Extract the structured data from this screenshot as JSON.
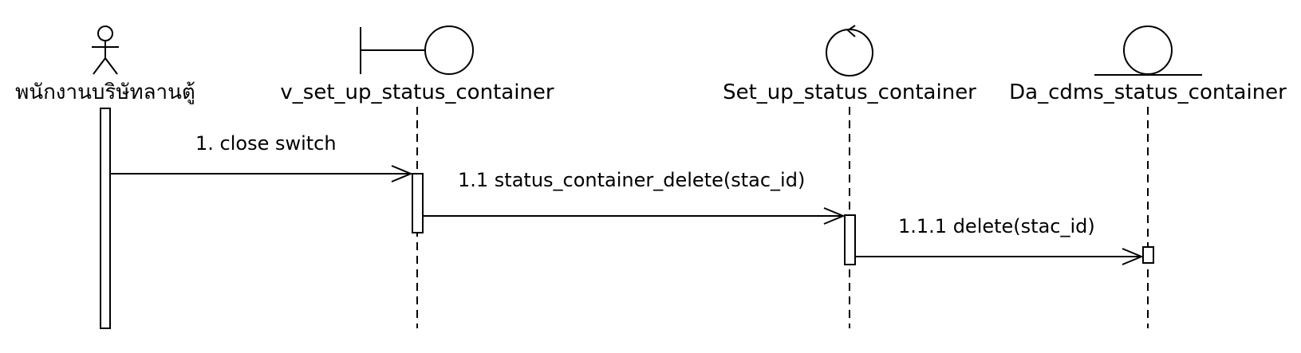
{
  "participants": [
    {
      "id": "actor",
      "type": "actor",
      "label": "พนักงานบริษัทลานตู้"
    },
    {
      "id": "boundary",
      "type": "boundary",
      "label": "v_set_up_status_container"
    },
    {
      "id": "control",
      "type": "control",
      "label": "Set_up_status_container"
    },
    {
      "id": "entity",
      "type": "entity",
      "label": "Da_cdms_status_container"
    }
  ],
  "messages": [
    {
      "id": "m1",
      "from": "actor",
      "to": "boundary",
      "label": "1. close switch"
    },
    {
      "id": "m2",
      "from": "boundary",
      "to": "control",
      "label": "1.1 status_container_delete(stac_id)"
    },
    {
      "id": "m3",
      "from": "control",
      "to": "entity",
      "label": "1.1.1 delete(stac_id)"
    }
  ]
}
